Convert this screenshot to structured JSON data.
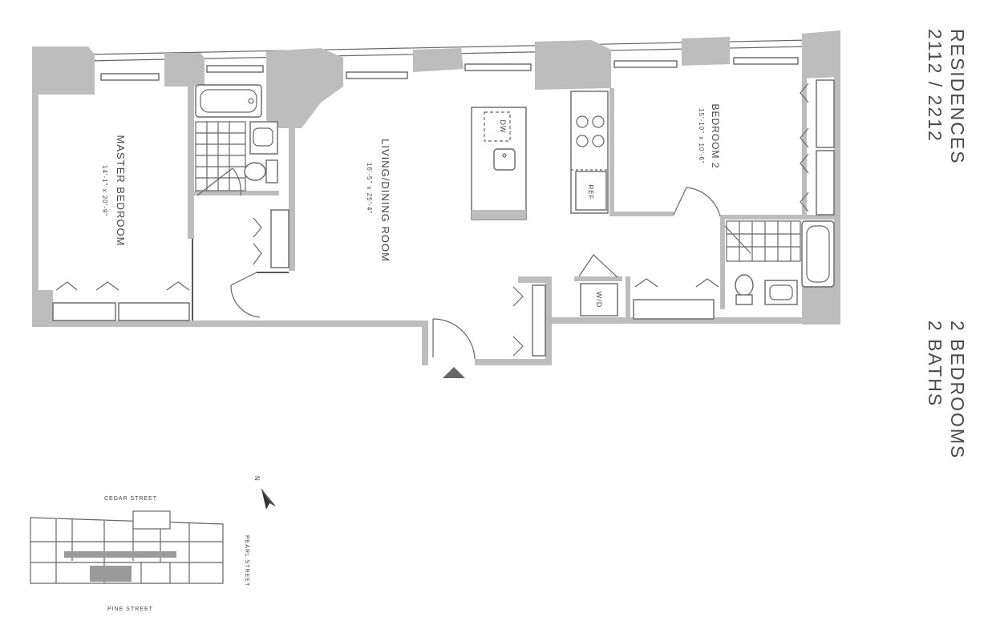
{
  "title": {
    "line1": "RESIDENCES",
    "line2": "2112 / 2212",
    "beds": "2 BEDROOMS",
    "baths": "2 BATHS"
  },
  "rooms": {
    "master": {
      "name": "MASTER BEDROOM",
      "dims": "14'-1\" x 20'-9\""
    },
    "living": {
      "name": "LIVING/DINING ROOM",
      "dims": "16'-5\" x 25'-4\""
    },
    "bedroom2": {
      "name": "BEDROOM 2",
      "dims": "15'-10\" x 10'-6\""
    }
  },
  "appliances": {
    "dw": "DW",
    "ref": "REF",
    "wd": "W/D"
  },
  "keyplan": {
    "north": "N",
    "north_street": "CEDAR STREET",
    "east_street": "PEARL STREET",
    "south_street": "PINE STREET"
  }
}
